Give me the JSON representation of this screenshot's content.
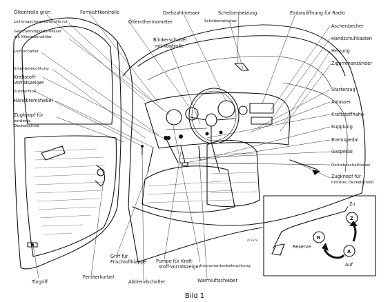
{
  "caption": "Bild 1",
  "signature": "N.Edv.",
  "labels": {
    "oelkontrolle": "Ölkontrolle grün",
    "fernlicht": "Fernlichtkontrolle",
    "lichtmaschine": "Lichtmaschinenkontrolle rot",
    "tacho1": "Geschwindigkeitsmesser",
    "tacho2": "mit Kilometerzähler",
    "lichtschalter": "Lichtschalter",
    "oelthermo": "Ölfernthermometer",
    "drehzahl": "Drehzahlmesser",
    "scheibenheizung": "Scheibenheizung",
    "scheibenwischer": "Scheibenwischer",
    "radio": "Einbauöffnung für Radio",
    "aschenbecher": "Aschenbecher",
    "handschuh": "Handschuhkasten",
    "heizung": "Heizung",
    "zigarren": "Zigarrenanzünder",
    "blinker1": "Blinkerschalter",
    "blinker2": "mit Kontrolle",
    "innenbel": "Innenbeleuchtung",
    "kraftstoff1": "Kraftstoff-",
    "kraftstoff2": "Vorratszeiger",
    "zuendschloss": "Zündschloß",
    "handbremse": "Handbremshebel",
    "zugknopf1": "Zugknopf für",
    "zugknopf2": "vorderes",
    "zugknopf3": "Deckelschloß",
    "starterzug": "Starterzug",
    "anlasser": "Anlasser",
    "kraftstoffhahn": "Kraftstoffhahn",
    "kupplung": "Kupplung",
    "bremspedal": "Bremspedal",
    "gaspedal": "Gaspedal",
    "oelfiebel": "Oelriebeschalthebel",
    "zugknopf_h1": "Zugknopf für",
    "zugknopf_h2": "hinteres Deckelschloß",
    "griff1": "Griff für",
    "griff2": "Frischluftklappe",
    "pumpe1": "Pumpe für Kraft-",
    "pumpe2": "stoff-Vorratszeiger",
    "instrumentenbel": "Instrumentenbeleuchtung",
    "tuergriff": "Türgriff",
    "fensterkurbel": "Fensterkurbel",
    "abblend": "Abblendschalter",
    "warmluft": "Warmluftschieber"
  },
  "inset": {
    "zu": "Zu",
    "auf": "Auf",
    "reserve": "Reserve",
    "z": "Z",
    "r": "R",
    "a": "A"
  }
}
